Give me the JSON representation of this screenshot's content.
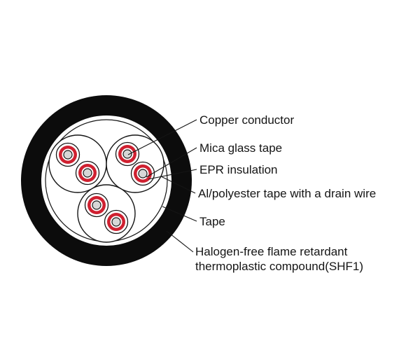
{
  "diagram": {
    "type": "cable-cross-section",
    "labels": [
      {
        "text": "Copper conductor"
      },
      {
        "text": "Mica glass tape"
      },
      {
        "text": "EPR insulation"
      },
      {
        "text": "Al/polyester tape with a drain wire"
      },
      {
        "text": "Tape"
      },
      {
        "text": "Halogen-free flame retardant thermoplastic compound(SHF1)"
      }
    ],
    "colors": {
      "sheath": "#0c0c0c",
      "insulation_red": "#cf2030",
      "conductor_fill": "#d7d7d7",
      "background": "#ffffff",
      "line": "#151515"
    }
  }
}
